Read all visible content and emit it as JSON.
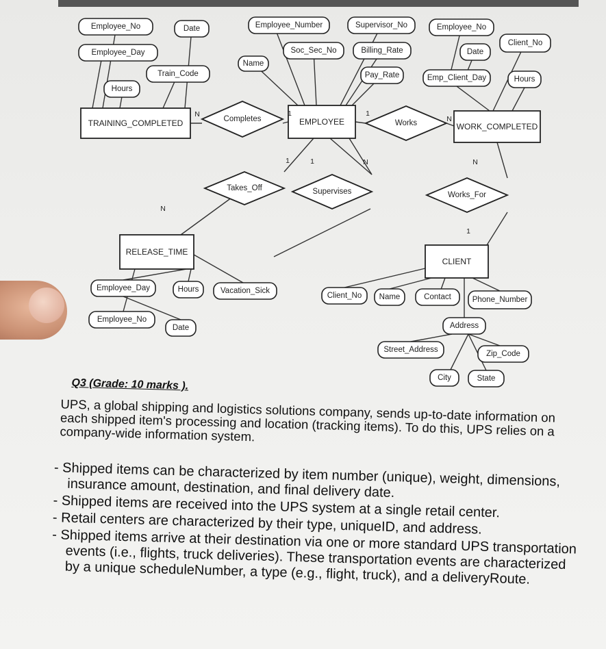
{
  "diagram": {
    "entities": [
      {
        "id": "training-completed",
        "label": "TRAINING_COMPLETED"
      },
      {
        "id": "employee",
        "label": "EMPLOYEE"
      },
      {
        "id": "work-completed",
        "label": "WORK_COMPLETED"
      },
      {
        "id": "release-time",
        "label": "RELEASE_TIME"
      },
      {
        "id": "client",
        "label": "CLIENT"
      }
    ],
    "relationships": [
      {
        "id": "completes",
        "label": "Completes"
      },
      {
        "id": "works",
        "label": "Works"
      },
      {
        "id": "takes-off",
        "label": "Takes_Off"
      },
      {
        "id": "supervises",
        "label": "Supervises"
      },
      {
        "id": "works-for",
        "label": "Works_For"
      }
    ],
    "attributes": [
      {
        "id": "employee-no-1",
        "label": "Employee_No"
      },
      {
        "id": "date-1",
        "label": "Date"
      },
      {
        "id": "employee-day-1",
        "label": "Employee_Day"
      },
      {
        "id": "train-code",
        "label": "Train_Code"
      },
      {
        "id": "hours-1",
        "label": "Hours"
      },
      {
        "id": "employee-number",
        "label": "Employee_Number"
      },
      {
        "id": "name-1",
        "label": "Name"
      },
      {
        "id": "soc-sec-no",
        "label": "Soc_Sec_No"
      },
      {
        "id": "supervisor-no",
        "label": "Supervisor_No"
      },
      {
        "id": "billing-rate",
        "label": "Billing_Rate"
      },
      {
        "id": "pay-rate",
        "label": "Pay_Rate"
      },
      {
        "id": "employee-no-2",
        "label": "Employee_No"
      },
      {
        "id": "date-2",
        "label": "Date"
      },
      {
        "id": "client-no-1",
        "label": "Client_No"
      },
      {
        "id": "emp-client-day",
        "label": "Emp_Client_Day"
      },
      {
        "id": "hours-2",
        "label": "Hours"
      },
      {
        "id": "employee-day-2",
        "label": "Employee_Day"
      },
      {
        "id": "hours-3",
        "label": "Hours"
      },
      {
        "id": "vacation-sick",
        "label": "Vacation_Sick"
      },
      {
        "id": "employee-no-3",
        "label": "Employee_No"
      },
      {
        "id": "date-3",
        "label": "Date"
      },
      {
        "id": "client-no-2",
        "label": "Client_No"
      },
      {
        "id": "name-2",
        "label": "Name"
      },
      {
        "id": "contact",
        "label": "Contact"
      },
      {
        "id": "phone-number",
        "label": "Phone_Number"
      },
      {
        "id": "address",
        "label": "Address"
      },
      {
        "id": "street-address",
        "label": "Street_Address"
      },
      {
        "id": "zip-code",
        "label": "Zip_Code"
      },
      {
        "id": "city",
        "label": "City"
      },
      {
        "id": "state",
        "label": "State"
      }
    ],
    "cardinalities": [
      {
        "id": "card-training-n",
        "label": "N"
      },
      {
        "id": "card-employee-completes-1",
        "label": "1"
      },
      {
        "id": "card-employee-works-1",
        "label": "1"
      },
      {
        "id": "card-work-n",
        "label": "N"
      },
      {
        "id": "card-takesoff-1",
        "label": "1"
      },
      {
        "id": "card-supervises-1",
        "label": "1"
      },
      {
        "id": "card-supervises-n",
        "label": "N"
      },
      {
        "id": "card-release-n",
        "label": "N"
      },
      {
        "id": "card-worksfor-n",
        "label": "N"
      },
      {
        "id": "card-client-1",
        "label": "1"
      }
    ]
  },
  "question": {
    "title": "Q3 (Grade:  10 marks ).",
    "intro": "UPS, a global shipping and logistics solutions company, sends up-to-date information on each shipped item's processing and location (tracking items). To do this, UPS relies on a company-wide information system.",
    "bullets": [
      "Shipped items can be characterized by item number (unique), weight, dimensions, insurance amount, destination, and final delivery date.",
      "Shipped items are received into the UPS system at a single retail center.",
      "Retail centers are characterized by their type, uniqueID, and address.",
      "Shipped items arrive at their destination via one or more standard UPS transportation events (i.e., flights, truck deliveries). These transportation events are characterized by a unique scheduleNumber, a type (e.g., flight, truck), and a deliveryRoute."
    ]
  }
}
